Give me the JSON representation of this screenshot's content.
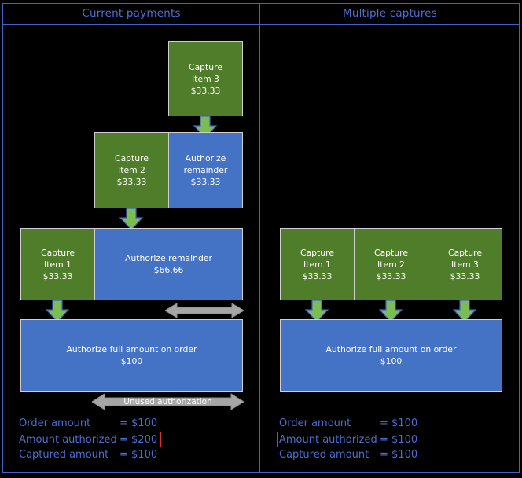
{
  "panels": [
    {
      "title": "Current payments",
      "boxes": [
        {
          "name": "capture-item-3",
          "color": "green",
          "lines": [
            "Capture",
            "Item 3",
            "$33.33"
          ]
        },
        {
          "name": "capture-item-2",
          "color": "green",
          "lines": [
            "Capture",
            "Item 2",
            "$33.33"
          ]
        },
        {
          "name": "authorize-remainder-3333",
          "color": "blue",
          "lines": [
            "Authorize",
            "remainder",
            "$33.33"
          ]
        },
        {
          "name": "capture-item-1",
          "color": "green",
          "lines": [
            "Capture",
            "Item 1",
            "$33.33"
          ]
        },
        {
          "name": "authorize-remainder-6666",
          "color": "blue",
          "lines": [
            "Authorize remainder",
            "$66.66"
          ]
        },
        {
          "name": "authorize-full-amount",
          "color": "blue",
          "lines": [
            "Authorize full amount on order",
            "$100"
          ]
        }
      ],
      "unused_authorization_label": "Unused authorization",
      "legend": [
        {
          "label": "Order amount",
          "value": "= $100",
          "highlight": false
        },
        {
          "label": "Amount authorized",
          "value": "= $200",
          "highlight": true
        },
        {
          "label": "Captured amount",
          "value": "= $100",
          "highlight": false
        }
      ]
    },
    {
      "title": "Multiple captures",
      "boxes": [
        {
          "name": "capture-item-1",
          "color": "green",
          "lines": [
            "Capture",
            "Item 1",
            "$33.33"
          ]
        },
        {
          "name": "capture-item-2",
          "color": "green",
          "lines": [
            "Capture",
            "Item 2",
            "$33.33"
          ]
        },
        {
          "name": "capture-item-3",
          "color": "green",
          "lines": [
            "Capture",
            "Item 3",
            "$33.33"
          ]
        },
        {
          "name": "authorize-full-amount",
          "color": "blue",
          "lines": [
            "Authorize full amount on order",
            "$100"
          ]
        }
      ],
      "legend": [
        {
          "label": "Order amount",
          "value": "= $100",
          "highlight": false
        },
        {
          "label": "Amount authorized",
          "value": "= $100",
          "highlight": true
        },
        {
          "label": "Captured amount",
          "value": "= $100",
          "highlight": false
        }
      ]
    }
  ],
  "colors": {
    "background": "#000000",
    "capture_green": "#507d2a",
    "authorize_blue": "#4472c4",
    "text_blue": "#4a6fd4",
    "highlight_red": "#e03126",
    "arrow_green": "#7bbd53",
    "arrow_gray": "#a6a6a6",
    "frame_blue": "#3f63c8"
  }
}
